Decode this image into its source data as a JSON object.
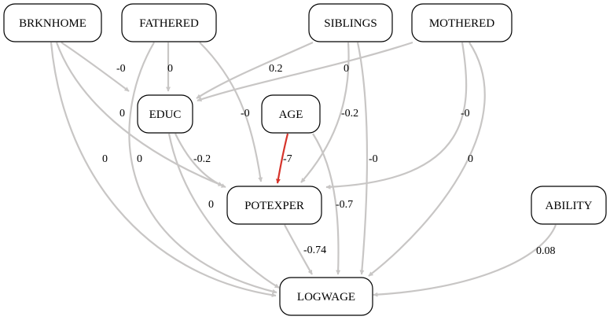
{
  "colors": {
    "edge_default": "#c8c6c5",
    "edge_highlight": "#d6342b",
    "node_border": "#000000",
    "background": "#ffffff"
  },
  "nodes": [
    {
      "id": "BRKNHOME",
      "label": "BRKNHOME"
    },
    {
      "id": "FATHERED",
      "label": "FATHERED"
    },
    {
      "id": "SIBLINGS",
      "label": "SIBLINGS"
    },
    {
      "id": "MOTHERED",
      "label": "MOTHERED"
    },
    {
      "id": "EDUC",
      "label": "EDUC"
    },
    {
      "id": "AGE",
      "label": "AGE"
    },
    {
      "id": "POTEXPER",
      "label": "POTEXPER"
    },
    {
      "id": "ABILITY",
      "label": "ABILITY"
    },
    {
      "id": "LOGWAGE",
      "label": "LOGWAGE"
    }
  ],
  "edges": [
    {
      "id": "e1",
      "from": "BRKNHOME",
      "to": "EDUC",
      "weight": "-0",
      "highlight": false
    },
    {
      "id": "e2",
      "from": "BRKNHOME",
      "to": "POTEXPER",
      "weight": "0",
      "highlight": false
    },
    {
      "id": "e3",
      "from": "BRKNHOME",
      "to": "LOGWAGE",
      "weight": "0",
      "highlight": false
    },
    {
      "id": "e4",
      "from": "FATHERED",
      "to": "EDUC",
      "weight": "0",
      "highlight": false
    },
    {
      "id": "e5",
      "from": "FATHERED",
      "to": "POTEXPER",
      "weight": "-0",
      "highlight": false
    },
    {
      "id": "e6",
      "from": "FATHERED",
      "to": "LOGWAGE",
      "weight": "0",
      "highlight": false
    },
    {
      "id": "e7",
      "from": "SIBLINGS",
      "to": "EDUC",
      "weight": "0.2",
      "highlight": false
    },
    {
      "id": "e8",
      "from": "SIBLINGS",
      "to": "POTEXPER",
      "weight": "-0.2",
      "highlight": false
    },
    {
      "id": "e9",
      "from": "SIBLINGS",
      "to": "LOGWAGE",
      "weight": "-0",
      "highlight": false
    },
    {
      "id": "e10",
      "from": "MOTHERED",
      "to": "EDUC",
      "weight": "0",
      "highlight": false
    },
    {
      "id": "e11",
      "from": "MOTHERED",
      "to": "POTEXPER",
      "weight": "-0",
      "highlight": false
    },
    {
      "id": "e12",
      "from": "MOTHERED",
      "to": "LOGWAGE",
      "weight": "0",
      "highlight": false
    },
    {
      "id": "e13",
      "from": "EDUC",
      "to": "POTEXPER",
      "weight": "-0.2",
      "highlight": false
    },
    {
      "id": "e14",
      "from": "EDUC",
      "to": "LOGWAGE",
      "weight": "0",
      "highlight": false
    },
    {
      "id": "e15",
      "from": "AGE",
      "to": "POTEXPER",
      "weight": "-7",
      "highlight": true
    },
    {
      "id": "e16",
      "from": "AGE",
      "to": "LOGWAGE",
      "weight": "-0.7",
      "highlight": false
    },
    {
      "id": "e17",
      "from": "POTEXPER",
      "to": "LOGWAGE",
      "weight": "-0.74",
      "highlight": false
    },
    {
      "id": "e18",
      "from": "ABILITY",
      "to": "LOGWAGE",
      "weight": "0.08",
      "highlight": false
    }
  ]
}
